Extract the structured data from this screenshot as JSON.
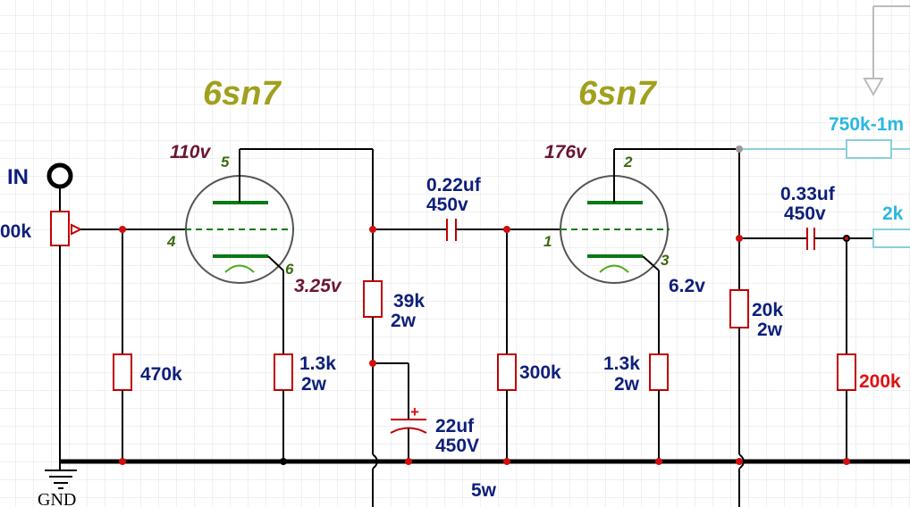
{
  "diagram": {
    "tube_labels": [
      "6sn7",
      "6sn7"
    ],
    "input_label": "IN",
    "ground_label": "GND",
    "pot_label": "00k",
    "voltages": {
      "v1_plate": "110v",
      "v1_cathode": "3.25v",
      "v2_plate": "176v",
      "v2_cathode": "6.2v"
    },
    "pins": {
      "v1_plate": "5",
      "v1_grid": "4",
      "v1_cathode": "6",
      "v2_plate": "2",
      "v2_grid": "1",
      "v2_cathode": "3"
    },
    "components": {
      "r_grid": "470k",
      "r_k1_value": "1.3k",
      "r_k1_power": "2w",
      "r_drop_value": "39k",
      "r_drop_power": "2w",
      "c_couple1_value": "0.22uf",
      "c_couple1_voltage": "450v",
      "c_filter_value": "22uf",
      "c_filter_voltage": "450V",
      "c_filter_polarity": "+",
      "r_grid2": "300k",
      "r_k2_value": "1.3k",
      "r_k2_power": "2w",
      "r_load_value": "20k",
      "r_load_power": "2w",
      "c_couple2_value": "0.33uf",
      "c_couple2_voltage": "450v",
      "r_out": "200k",
      "r_series_out": "2k",
      "r_feedback": "750k-1m",
      "bottom_power": "5w"
    },
    "colors": {
      "wire": "#000000",
      "resistor": "#c00000",
      "tube_element": "#0a7a14",
      "label": "#0d1f7a",
      "tube_title": "#a0a01e",
      "voltage": "#6b1530",
      "feedback": "#2ab8e0",
      "highlight": "#e01010"
    }
  }
}
